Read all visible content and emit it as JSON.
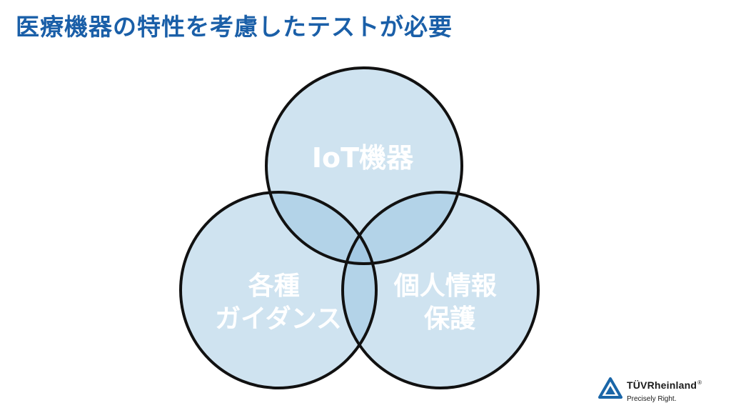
{
  "slide": {
    "title": "医療機器の特性を考慮したテストが必要"
  },
  "colors": {
    "title": "#1a5fa8",
    "circle_fill": "#cfe3f0",
    "overlap_fill": "#b3d3e8",
    "center_fill": "#a4c9e3",
    "circle_stroke": "#111111",
    "label_text": "#ffffff",
    "logo_triangle": "#1a66a8"
  },
  "venn": {
    "circles": [
      {
        "id": "top",
        "lines": [
          "IoT機器"
        ]
      },
      {
        "id": "left",
        "lines": [
          "各種",
          "ガイダンス"
        ]
      },
      {
        "id": "right",
        "lines": [
          "個人情報",
          "保護"
        ]
      }
    ]
  },
  "logo": {
    "name": "TÜVRheinland",
    "registered": "®",
    "tagline": "Precisely Right."
  }
}
